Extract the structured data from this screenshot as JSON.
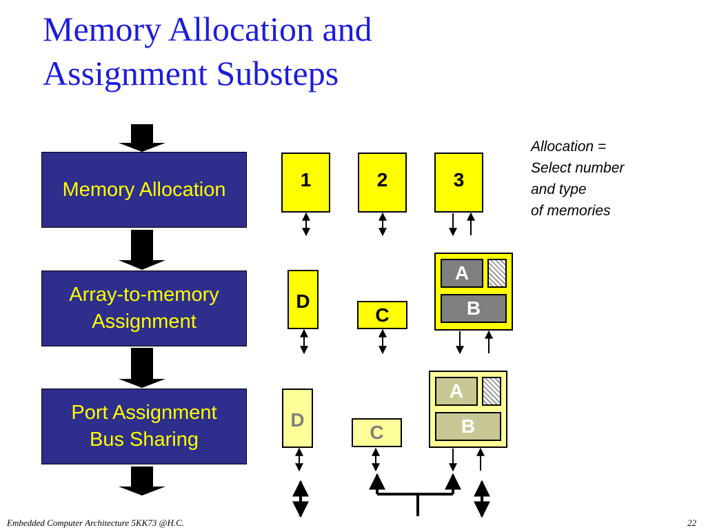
{
  "title": {
    "line1": "Memory Allocation and",
    "line2": "Assignment Substeps"
  },
  "steps": [
    {
      "lines": [
        "Memory Allocation"
      ]
    },
    {
      "lines": [
        "Array-to-memory",
        "Assignment"
      ]
    },
    {
      "lines": [
        "Port Assignment",
        "Bus Sharing"
      ]
    }
  ],
  "memories": {
    "m1": "1",
    "m2": "2",
    "m3": "3"
  },
  "assignment": {
    "d": "D",
    "c": "C",
    "a": "A",
    "b": "B"
  },
  "port": {
    "d": "D",
    "c": "C",
    "a": "A",
    "b": "B"
  },
  "note": {
    "lines": [
      "Allocation =",
      "Select number",
      "and type",
      "of memories"
    ]
  },
  "footer": {
    "left": "Embedded Computer Architecture 5KK73 @H.C.",
    "page": "22"
  },
  "colors": {
    "title": "#1c1cdc",
    "step_bg": "#2e2e8c",
    "step_text": "#ffff00",
    "memory": "#ffff00",
    "memory_pale": "#ffff99"
  }
}
